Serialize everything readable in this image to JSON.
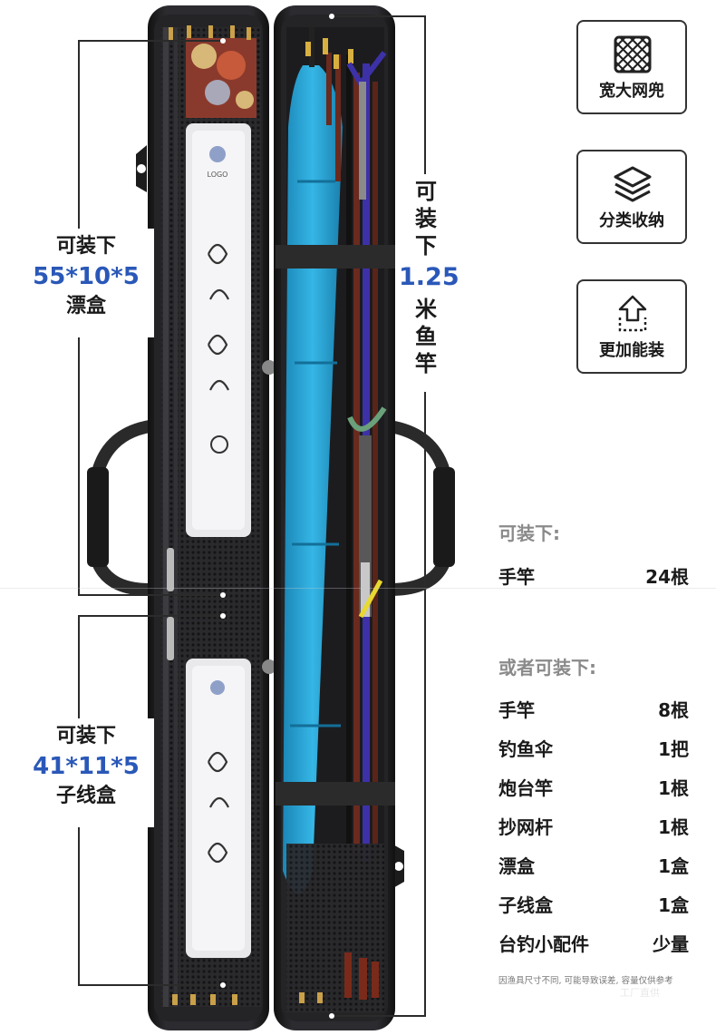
{
  "left_labels": {
    "top": {
      "line1": "可装下",
      "dims": "55*10*5",
      "line3": "漂盒"
    },
    "bottom": {
      "line1": "可装下",
      "dims": "41*11*5",
      "line3": "子线盒"
    }
  },
  "rod_label": {
    "c1": "可",
    "c2": "装",
    "c3": "下",
    "num": "1.25",
    "c5": "米",
    "c6": "鱼",
    "c7": "竿"
  },
  "features": [
    {
      "icon": "net-icon",
      "label": "宽大网兜"
    },
    {
      "icon": "layers-icon",
      "label": "分类收纳"
    },
    {
      "icon": "upload-arrow-icon",
      "label": "更加能装"
    }
  ],
  "capacity": {
    "title1": "可装下:",
    "rows1": [
      {
        "name": "手竿",
        "qty": "24根"
      }
    ],
    "title2": "或者可装下:",
    "rows2": [
      {
        "name": "手竿",
        "qty": "8根"
      },
      {
        "name": "钓鱼伞",
        "qty": "1把"
      },
      {
        "name": "炮台竿",
        "qty": "1根"
      },
      {
        "name": "抄网杆",
        "qty": "1根"
      },
      {
        "name": "漂盒",
        "qty": "1盒"
      },
      {
        "name": "子线盒",
        "qty": "1盒"
      },
      {
        "name": "台钓小配件",
        "qty": "少量"
      }
    ]
  },
  "note": "因渔具尺寸不同, 可能导致误差, 容量仅供参考",
  "watermark": "工厂直供",
  "product_logo_text": "LOGO",
  "colors": {
    "accent_blue": "#2a58b8",
    "umbrella": "#29a3d1",
    "case": "#1f1f22"
  }
}
